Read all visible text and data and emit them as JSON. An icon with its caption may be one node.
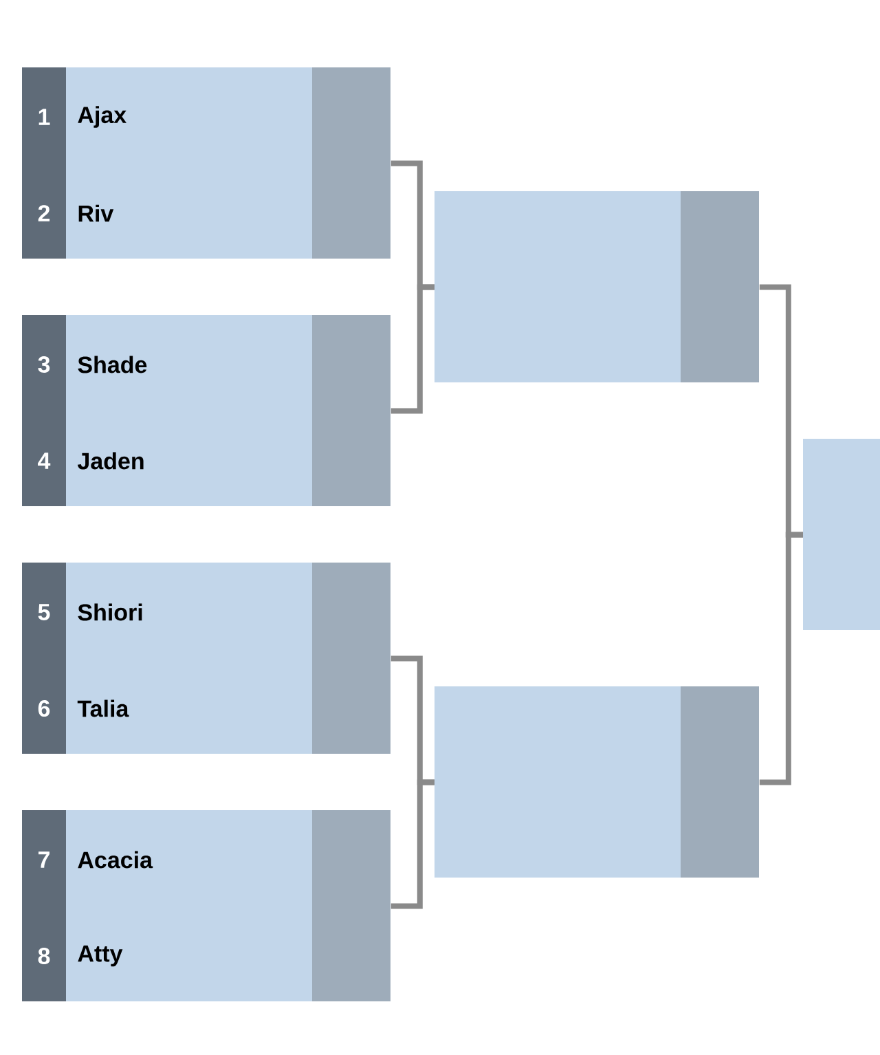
{
  "diagram": {
    "nodes": [
      {
        "text": [
          "1",
          "Ajax",
          "2",
          "Riv"
        ]
      },
      {
        "text": [
          "3",
          "Shade",
          "4",
          "Jaden"
        ]
      },
      {
        "text": [
          "5",
          "Shiori",
          "6",
          "Talia"
        ]
      },
      {
        "text": [
          "7",
          "Acacia",
          "8",
          "Atty"
        ]
      },
      {
        "text": [],
        "shape": "box"
      },
      {
        "text": [],
        "shape": "box"
      },
      {
        "text": [],
        "shape": "box"
      }
    ],
    "edges": [
      {
        "from": 0,
        "to": 4,
        "arrow": "none"
      },
      {
        "from": 1,
        "to": 4,
        "arrow": "none"
      },
      {
        "from": 2,
        "to": 5,
        "arrow": "none"
      },
      {
        "from": 3,
        "to": 5,
        "arrow": "none"
      },
      {
        "from": 4,
        "to": 6,
        "arrow": "none"
      },
      {
        "from": 5,
        "to": 6,
        "arrow": "none"
      }
    ]
  }
}
